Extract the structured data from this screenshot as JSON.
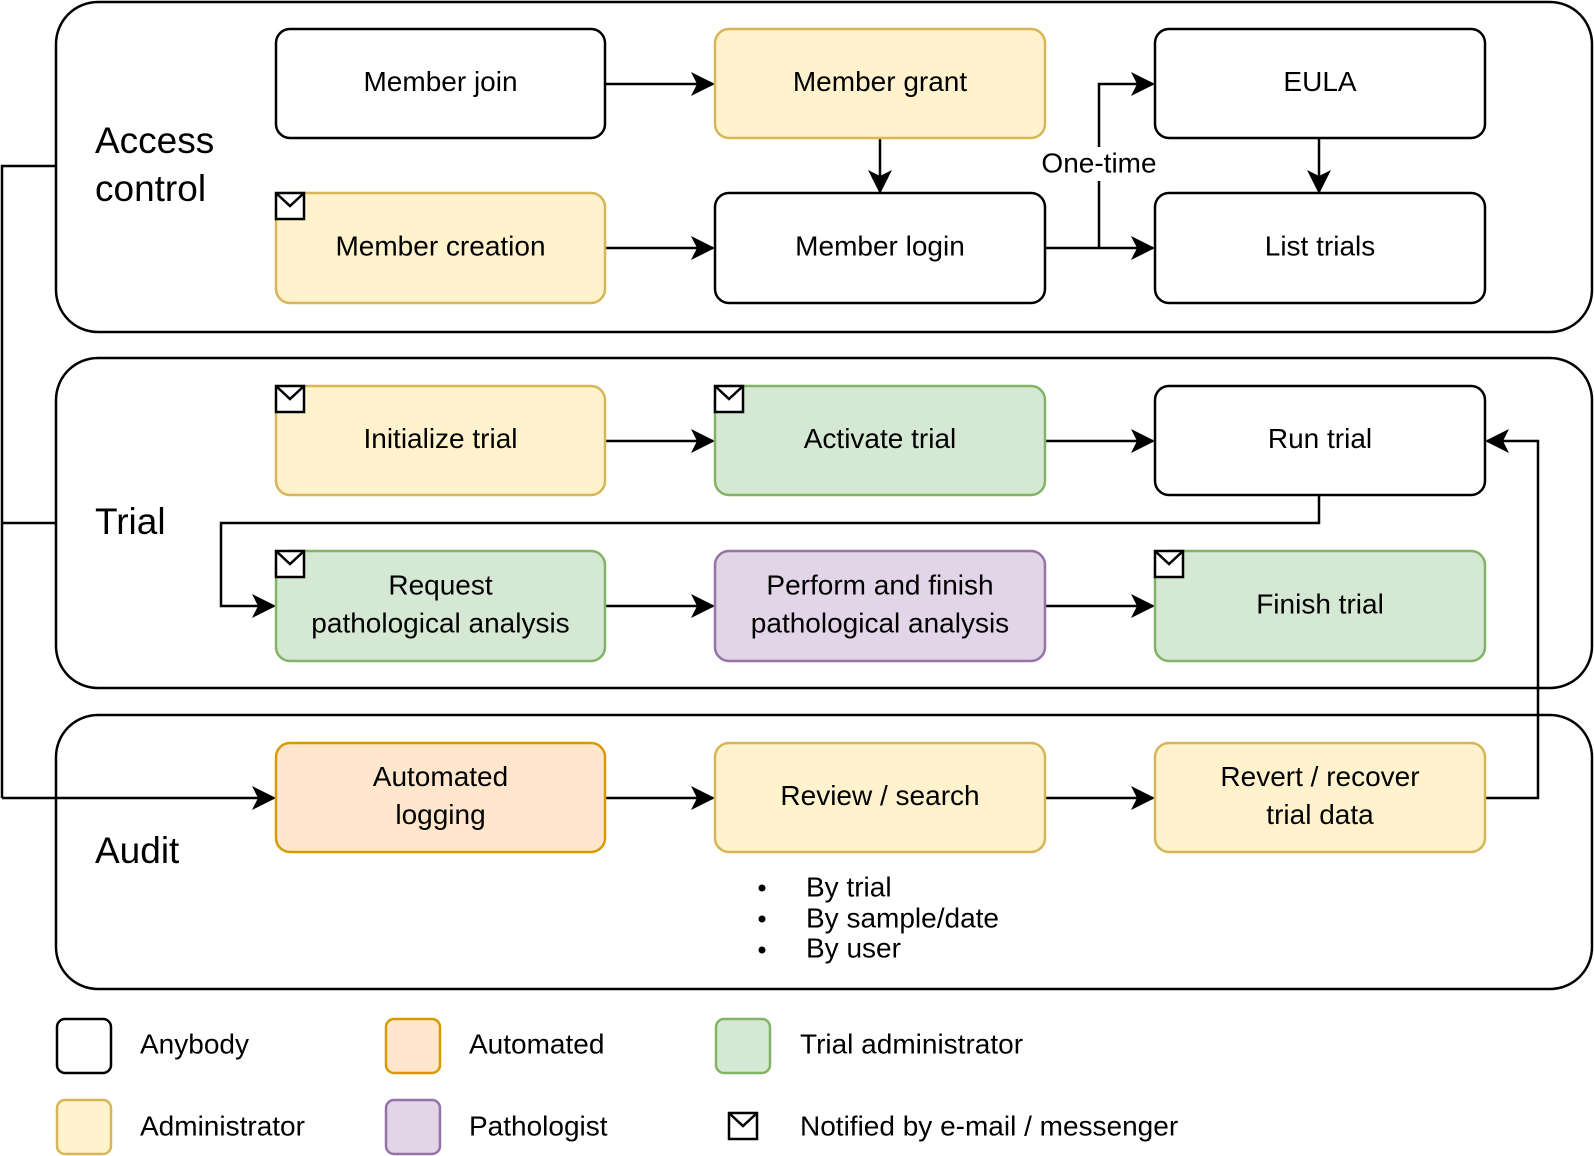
{
  "colors": {
    "anybody": {
      "fill": "#ffffff",
      "stroke": "#000000"
    },
    "administrator": {
      "fill": "#fff2cc",
      "stroke": "#d6b656"
    },
    "automated": {
      "fill": "#ffe6cc",
      "stroke": "#d79b00"
    },
    "pathologist": {
      "fill": "#e1d5e7",
      "stroke": "#9673a6"
    },
    "trial_admin": {
      "fill": "#d5e8d4",
      "stroke": "#82b366"
    }
  },
  "groups": {
    "access_control": {
      "label_line1": "Access",
      "label_line2": "control"
    },
    "trial": {
      "label": "Trial"
    },
    "audit": {
      "label": "Audit"
    }
  },
  "nodes": {
    "member_join": {
      "line1": "Member join",
      "role": "anybody",
      "mail": false
    },
    "member_grant": {
      "line1": "Member grant",
      "role": "administrator",
      "mail": false
    },
    "eula": {
      "line1": "EULA",
      "role": "anybody",
      "mail": false
    },
    "member_creation": {
      "line1": "Member creation",
      "role": "administrator",
      "mail": true
    },
    "member_login": {
      "line1": "Member login",
      "role": "anybody",
      "mail": false
    },
    "list_trials": {
      "line1": "List trials",
      "role": "anybody",
      "mail": false
    },
    "initialize_trial": {
      "line1": "Initialize trial",
      "role": "administrator",
      "mail": true
    },
    "activate_trial": {
      "line1": "Activate trial",
      "role": "trial_admin",
      "mail": true
    },
    "run_trial": {
      "line1": "Run trial",
      "role": "anybody",
      "mail": false
    },
    "request_analysis": {
      "line1": "Request",
      "line2": "pathological analysis",
      "role": "trial_admin",
      "mail": true
    },
    "perform_analysis": {
      "line1": "Perform and finish",
      "line2": "pathological analysis",
      "role": "pathologist",
      "mail": false
    },
    "finish_trial": {
      "line1": "Finish trial",
      "role": "trial_admin",
      "mail": true
    },
    "automated_logging": {
      "line1": "Automated",
      "line2": "logging",
      "role": "automated",
      "mail": false
    },
    "review_search": {
      "line1": "Review / search",
      "role": "administrator",
      "mail": false
    },
    "revert_recover": {
      "line1": "Revert / recover",
      "line2": "trial data",
      "role": "administrator",
      "mail": false
    }
  },
  "edge_labels": {
    "one_time": "One-time"
  },
  "review_options": [
    "By trial",
    "By sample/date",
    "By user"
  ],
  "legend": {
    "anybody": "Anybody",
    "automated": "Automated",
    "trial_admin": "Trial administrator",
    "administrator": "Administrator",
    "pathologist": "Pathologist",
    "notified": "Notified by e-mail / messenger"
  }
}
